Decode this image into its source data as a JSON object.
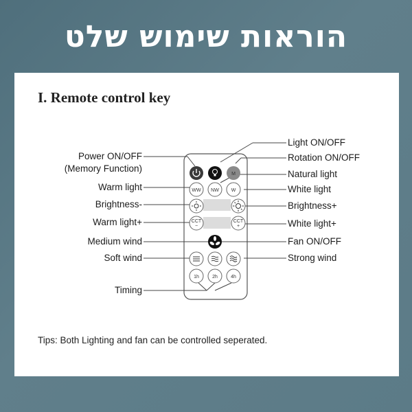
{
  "banner": {
    "title": "הוראות שימוש שלט"
  },
  "manual": {
    "heading": "I. Remote control key",
    "tips": "Tips: Both Lighting and fan can be controlled seperated.",
    "left_labels": {
      "power": "Power ON/OFF",
      "memory": "(Memory Function)",
      "warm_light": "Warm light",
      "brightness_minus": "Brightness-",
      "warm_light_plus": "Warm light+",
      "medium_wind": "Medium wind",
      "soft_wind": "Soft wind",
      "timing": "Timing"
    },
    "right_labels": {
      "light_onoff": "Light ON/OFF",
      "rotation_onoff": "Rotation ON/OFF",
      "natural_light": "Natural light",
      "white_light": "White light",
      "brightness_plus": "Brightness+",
      "white_light_plus": "White light+",
      "fan_onoff": "Fan ON/OFF",
      "strong_wind": "Strong wind"
    },
    "buttons": {
      "rotation": "M",
      "warm": "WW",
      "natural": "NW",
      "white": "W",
      "cct": "CCT",
      "minus": "−",
      "plus": "+",
      "timer_1h": "1h",
      "timer_2h": "2h",
      "timer_4h": "4h"
    }
  }
}
